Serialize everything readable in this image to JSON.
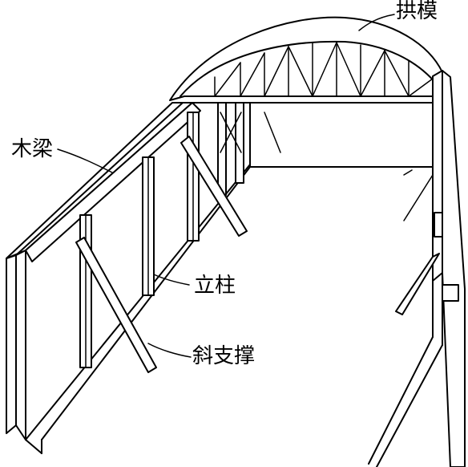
{
  "labels": {
    "arch_form": "拱模",
    "wood_beam": "木梁",
    "column": "立柱",
    "diagonal_brace": "斜支撑"
  },
  "colors": {
    "line": "#000000",
    "background": "#ffffff"
  }
}
